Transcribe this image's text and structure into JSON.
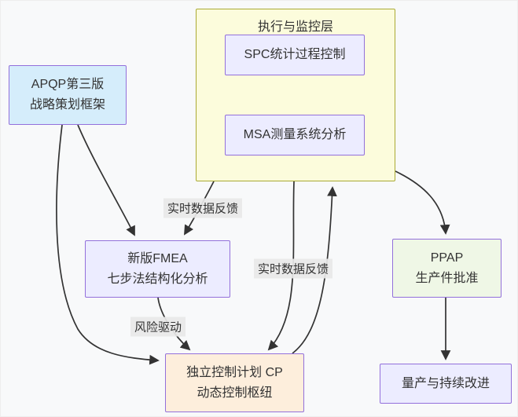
{
  "diagram": {
    "cluster": {
      "title": "执行与监控层"
    },
    "nodes": {
      "spc": {
        "line1": "SPC统计过程控制"
      },
      "msa": {
        "line1": "MSA测量系统分析"
      },
      "apqp": {
        "line1": "APQP第三版",
        "line2": "战略策划框架"
      },
      "fmea": {
        "line1": "新版FMEA",
        "line2": "七步法结构化分析"
      },
      "ppap": {
        "line1": "PPAP",
        "line2": "生产件批准"
      },
      "cp": {
        "line1": "独立控制计划 CP",
        "line2": "动态控制枢纽"
      },
      "production": {
        "line1": "量产与持续改进"
      }
    },
    "edge_labels": {
      "feedback1": "实时数据反馈",
      "feedback2": "实时数据反馈",
      "risk": "风险驱动"
    },
    "colors": {
      "background": "#f8f9fa",
      "cluster_fill": "#FCFCDC",
      "cluster_border": "#AAAA33",
      "node_border": "#9370DB",
      "node_fill_lavender": "#ECECFF",
      "node_fill_blue": "#D5EDFB",
      "node_fill_green": "#EFF7E6",
      "node_fill_orange": "#FDEEDC",
      "edge_stroke": "#333333",
      "edge_label_bg": "#E8E8E8"
    }
  }
}
